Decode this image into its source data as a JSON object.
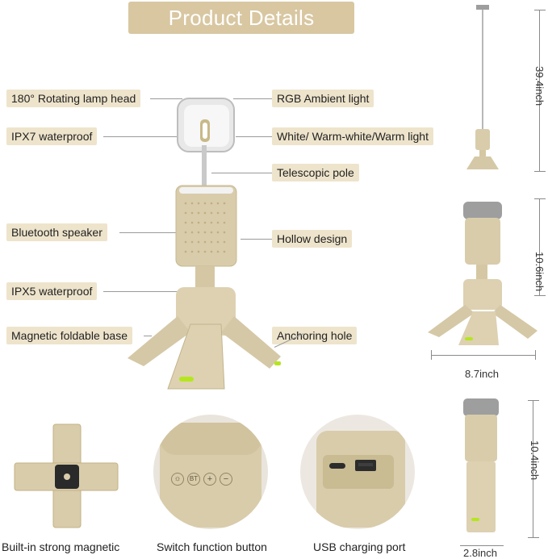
{
  "header": {
    "title": "Product Details"
  },
  "labels": {
    "rotating_head": "180° Rotating lamp head",
    "ipx7": "IPX7 waterproof",
    "bluetooth": "Bluetooth speaker",
    "ipx5": "IPX5 waterproof",
    "magnetic_base": "Magnetic foldable base",
    "rgb": "RGB Ambient light",
    "white_warm": "White/ Warm-white/Warm light",
    "telescopic": "Telescopic pole",
    "hollow": "Hollow design",
    "anchoring": "Anchoring hole"
  },
  "dimensions": {
    "extended_height": "39.4inch",
    "standard_height": "10.6inch",
    "base_width": "8.7inch",
    "folded_height": "10.4inch",
    "folded_width": "2.8inch"
  },
  "captions": {
    "magnetic": "Built-in  strong magnetic",
    "switch": "Switch function button",
    "usb": "USB charging port"
  },
  "buttons": {
    "bt": "BT",
    "plus": "+",
    "minus": "−",
    "light": "☼"
  },
  "colors": {
    "banner": "#d8c7a1",
    "label_bg": "#eee4cc",
    "product": "#d9ccab",
    "accent": "#b5e61d"
  }
}
